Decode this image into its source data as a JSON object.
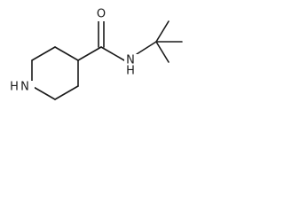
{
  "molecule": {
    "atom_labels": {
      "oxygen": "O",
      "amide_nitrogen": "N",
      "amide_hydrogen": "H",
      "ring_nitrogen_hydrogen": "H",
      "ring_nitrogen": "N"
    },
    "colors": {
      "bond": "#1a1a1a",
      "text": "#1a1a1a",
      "background": "#ffffff"
    }
  }
}
